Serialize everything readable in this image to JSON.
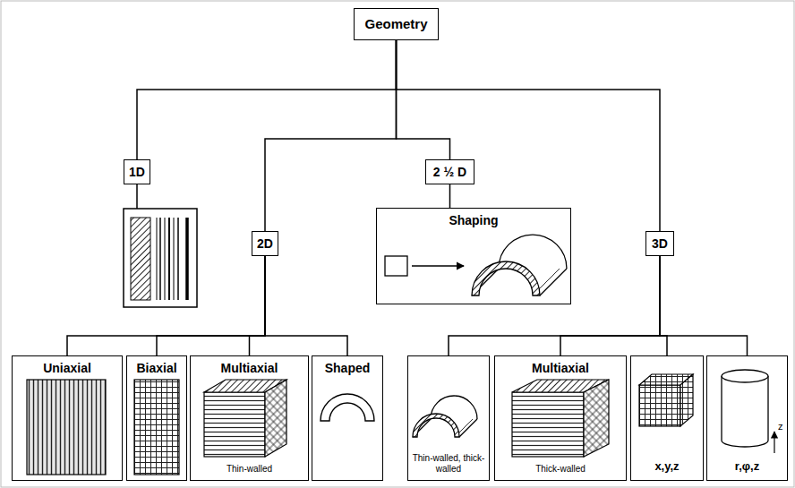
{
  "diagram": {
    "nodes": [
      {
        "text": [
          "Geometry"
        ]
      },
      {
        "text": [
          "1D"
        ]
      },
      {
        "text": [
          "2 ½ D"
        ]
      },
      {
        "text": [
          "Shaping"
        ]
      },
      {
        "text": [
          "2D"
        ]
      },
      {
        "text": [
          "3D"
        ]
      },
      {
        "text": [
          "Uniaxial"
        ]
      },
      {
        "text": [
          "Biaxial"
        ]
      },
      {
        "text": [
          "Multiaxial",
          "Thin-walled"
        ]
      },
      {
        "text": [
          "Shaped"
        ]
      },
      {
        "text": [
          "Thin-walled, thick-walled"
        ]
      },
      {
        "text": [
          "Multiaxial",
          "Thick-walled"
        ]
      },
      {
        "text": [
          "x,y,z"
        ]
      },
      {
        "text": [
          "r,φ,z"
        ]
      }
    ],
    "edges": [
      {
        "from": 0,
        "to": 1,
        "arrow": "none"
      },
      {
        "from": 0,
        "to": 4,
        "arrow": "none"
      },
      {
        "from": 0,
        "to": 2,
        "arrow": "none"
      },
      {
        "from": 0,
        "to": 5,
        "arrow": "none"
      },
      {
        "from": 2,
        "to": 3,
        "arrow": "none"
      },
      {
        "from": 4,
        "to": 6,
        "arrow": "none"
      },
      {
        "from": 4,
        "to": 7,
        "arrow": "none"
      },
      {
        "from": 4,
        "to": 8,
        "arrow": "none"
      },
      {
        "from": 4,
        "to": 9,
        "arrow": "none"
      },
      {
        "from": 5,
        "to": 10,
        "arrow": "none"
      },
      {
        "from": 5,
        "to": 11,
        "arrow": "none"
      },
      {
        "from": 5,
        "to": 12,
        "arrow": "none"
      },
      {
        "from": 5,
        "to": 13,
        "arrow": "none"
      }
    ],
    "labels": [
      "z"
    ]
  }
}
